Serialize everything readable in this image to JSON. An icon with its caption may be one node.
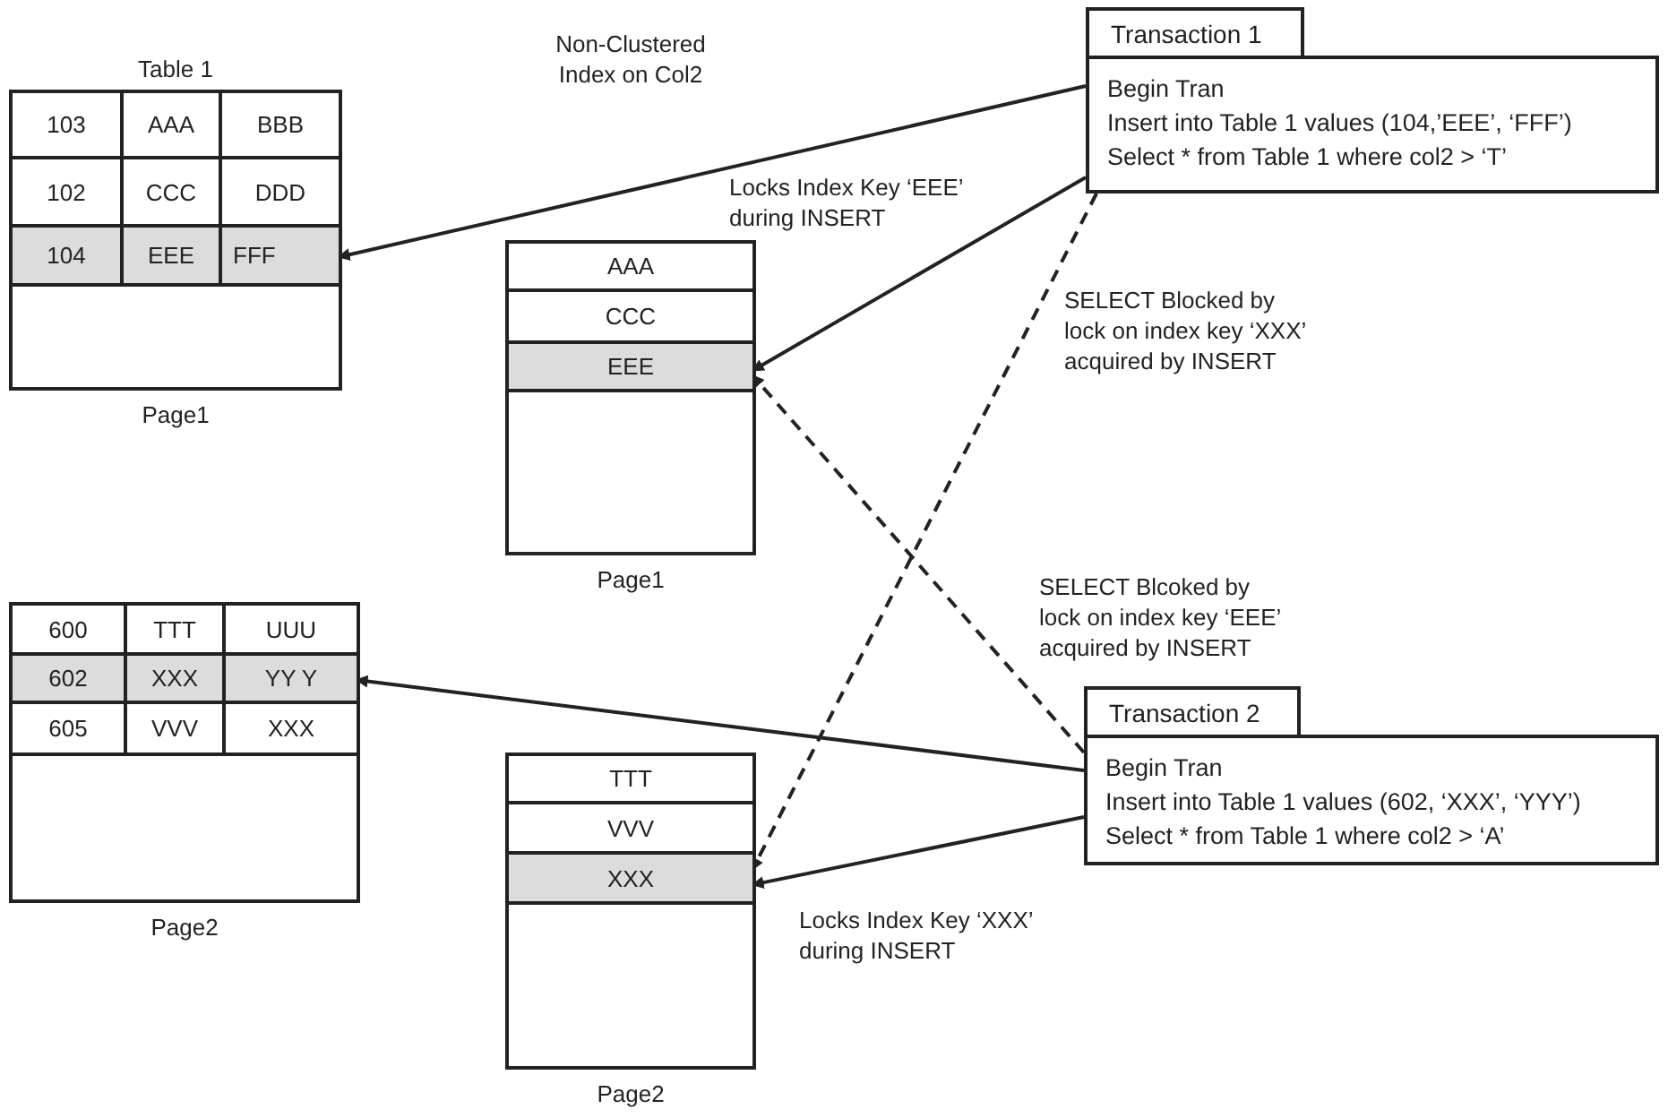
{
  "diagram": {
    "nodes": [
      {
        "text": [
          "Table 1"
        ],
        "beside": [
          "Page1"
        ]
      },
      {
        "text": [
          "103",
          "AAA",
          "BBB"
        ],
        "in": 0
      },
      {
        "text": [
          "102",
          "CCC",
          "DDD"
        ],
        "in": 0
      },
      {
        "text": [
          "104",
          "EEE",
          "FFF"
        ],
        "in": 0
      },
      {
        "text": [],
        "shape": "box",
        "beside": [
          "Page1"
        ]
      },
      {
        "text": [
          "AAA"
        ],
        "in": 4
      },
      {
        "text": [
          "CCC"
        ],
        "in": 4
      },
      {
        "text": [
          "EEE"
        ],
        "in": 4
      },
      {
        "text": [
          "Transaction 1"
        ]
      },
      {
        "text": [
          "Begin Tran",
          "Insert into Table 1 values (104,’EEE’, ‘FFF’)",
          "Select * from Table 1 where col2 > ‘T’"
        ]
      },
      {
        "text": [],
        "shape": "box",
        "beside": [
          "Page2"
        ]
      },
      {
        "text": [
          "600",
          "TTT",
          "UUU"
        ],
        "in": 10
      },
      {
        "text": [
          "602",
          "XXX",
          "YY Y"
        ],
        "in": 10
      },
      {
        "text": [
          "605",
          "VVV",
          "XXX"
        ],
        "in": 10
      },
      {
        "text": [],
        "shape": "box",
        "beside": [
          "Page2"
        ]
      },
      {
        "text": [
          "TTT"
        ],
        "in": 14
      },
      {
        "text": [
          "VVV"
        ],
        "in": 14
      },
      {
        "text": [
          "XXX"
        ],
        "in": 14
      },
      {
        "text": [
          "Transaction 2"
        ]
      },
      {
        "text": [
          "Begin Tran",
          "Insert into Table 1 values (602, ‘XXX’, ‘YYY’)",
          "Select * from Table 1 where col2 > ‘A’"
        ]
      }
    ],
    "edges": [
      {
        "from": 9,
        "to": 3,
        "arrow": "to"
      },
      {
        "from": 9,
        "to": 7,
        "arrow": "to",
        "label": "Locks Index Key ‘EEE’ during INSERT"
      },
      {
        "from": 9,
        "to": 17,
        "arrow": "to",
        "style": "dashed",
        "label": "SELECT Blocked by lock on index key ‘XXX’ acquired by INSERT"
      },
      {
        "from": 19,
        "to": 12,
        "arrow": "to"
      },
      {
        "from": 19,
        "to": 17,
        "arrow": "to",
        "label": "Locks Index Key ‘XXX’ during INSERT"
      },
      {
        "from": 19,
        "to": 7,
        "arrow": "to",
        "style": "dashed",
        "label": "SELECT Blcoked by lock on index key ‘EEE’ acquired by INSERT"
      }
    ],
    "labels": [
      "Non-Clustered Index on Col2"
    ]
  }
}
